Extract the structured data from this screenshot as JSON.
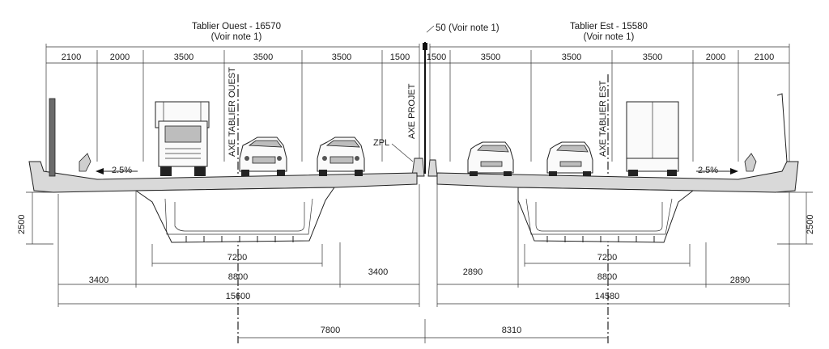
{
  "drawing": {
    "west_deck_title": "Tablier Ouest - 16570",
    "west_deck_note": "(Voir note 1)",
    "east_deck_title": "Tablier Est - 15580",
    "east_deck_note": "(Voir note 1)",
    "gap_note": "50 (Voir note 1)",
    "top_dims_west": [
      "2100",
      "2000",
      "3500",
      "3500",
      "3500",
      "1500"
    ],
    "top_dims_east": [
      "1500",
      "3500",
      "3500",
      "3500",
      "2000",
      "2100"
    ],
    "axis_west": "AXE TABLIER OUEST",
    "axis_project": "AXE PROJET",
    "axis_east": "AXE TABLIER EST",
    "zpl_label": "ZPL",
    "slope_left": "2.5%",
    "slope_right": "2.5%",
    "depth_left": "2500",
    "depth_right": "2500",
    "west_bottom_width": "7200",
    "east_bottom_width": "7200",
    "west_overhang_left": "3400",
    "west_overhang_right": "3400",
    "west_box_width": "8800",
    "east_overhang_left": "2890",
    "east_overhang_right": "2890",
    "east_box_width": "8800",
    "west_total": "15600",
    "east_total": "14580",
    "offset_west": "7800",
    "offset_east": "8310"
  }
}
